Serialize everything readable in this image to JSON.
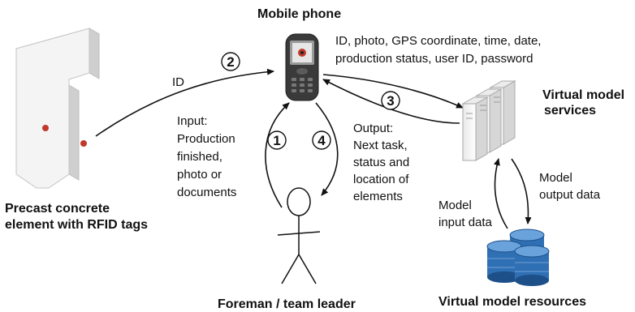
{
  "title_phone": "Mobile phone",
  "phone_info": {
    "line1": "ID, photo, GPS coordinate, time, date,",
    "line2": "production status, user ID, password"
  },
  "element_label": {
    "line1": "Precast concrete",
    "line2": "element with RFID tags"
  },
  "id_label": "ID",
  "steps": {
    "s1": "1",
    "s2": "2",
    "s3": "3",
    "s4": "4"
  },
  "input_label": [
    "Input:",
    "Production",
    "finished,",
    "photo or",
    "documents"
  ],
  "output_label": [
    "Output:",
    "Next task,",
    "status and",
    "location of",
    "elements"
  ],
  "services_label": {
    "line1": "Virtual model",
    "line2": "services"
  },
  "model_output": {
    "line1": "Model",
    "line2": "output data"
  },
  "model_input": {
    "line1": "Model",
    "line2": "input data"
  },
  "resources_label": "Virtual model resources",
  "foreman_label": "Foreman / team leader",
  "colors": {
    "db_blue": "#2f6fb4",
    "db_blue_dark": "#1d4f88",
    "rfid_red": "#c0392b",
    "concrete_face": "#f2f2f2",
    "concrete_side": "#cfcfcf"
  }
}
